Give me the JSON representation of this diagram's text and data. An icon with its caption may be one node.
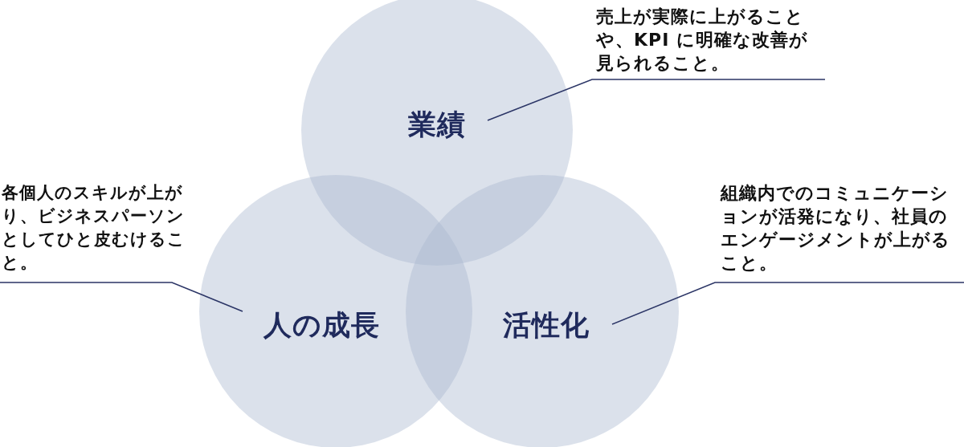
{
  "diagram": {
    "nodes": [
      {
        "text": [
          "業績"
        ]
      },
      {
        "text": [
          "売上が実際に上がることや、KPI に明確な改善が見られること。"
        ]
      },
      {
        "text": [
          "人の成長"
        ]
      },
      {
        "text": [
          "各個人のスキルが上がり、ビジネスパーソンとしてひと皮むけること。"
        ]
      },
      {
        "text": [
          "活性化"
        ]
      },
      {
        "text": [
          "組織内でのコミュニケーションが活発になり、社員のエンゲージメントが上がること。"
        ]
      }
    ],
    "edges": [
      {
        "from": 1,
        "to": 0,
        "arrow": "none"
      },
      {
        "from": 3,
        "to": 2,
        "arrow": "none"
      },
      {
        "from": 5,
        "to": 4,
        "arrow": "none"
      }
    ]
  }
}
